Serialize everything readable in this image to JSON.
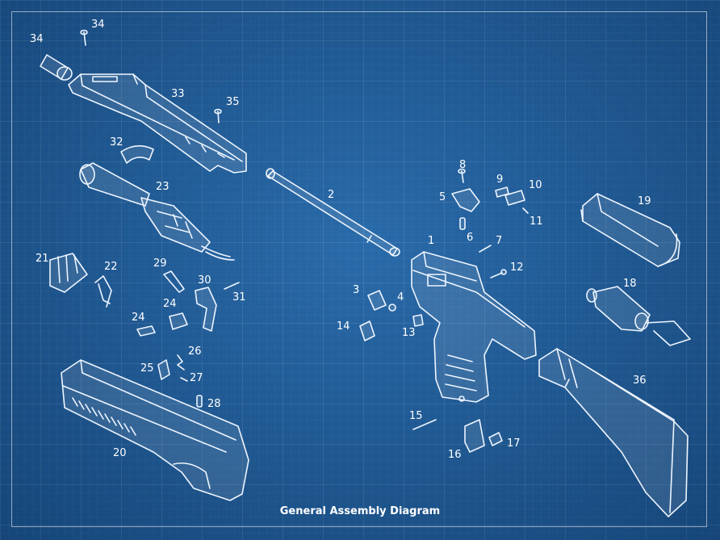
{
  "caption": "General Assembly Diagram",
  "colors": {
    "background": "#1f5e9a",
    "line": "#eef5ff"
  },
  "part_labels": [
    "1",
    "2",
    "3",
    "4",
    "5",
    "6",
    "7",
    "8",
    "9",
    "10",
    "11",
    "12",
    "13",
    "14",
    "15",
    "16",
    "17",
    "18",
    "19",
    "20",
    "21",
    "22",
    "23",
    "24",
    "24",
    "25",
    "26",
    "27",
    "28",
    "29",
    "30",
    "31",
    "32",
    "33",
    "34",
    "34",
    "35",
    "36"
  ]
}
